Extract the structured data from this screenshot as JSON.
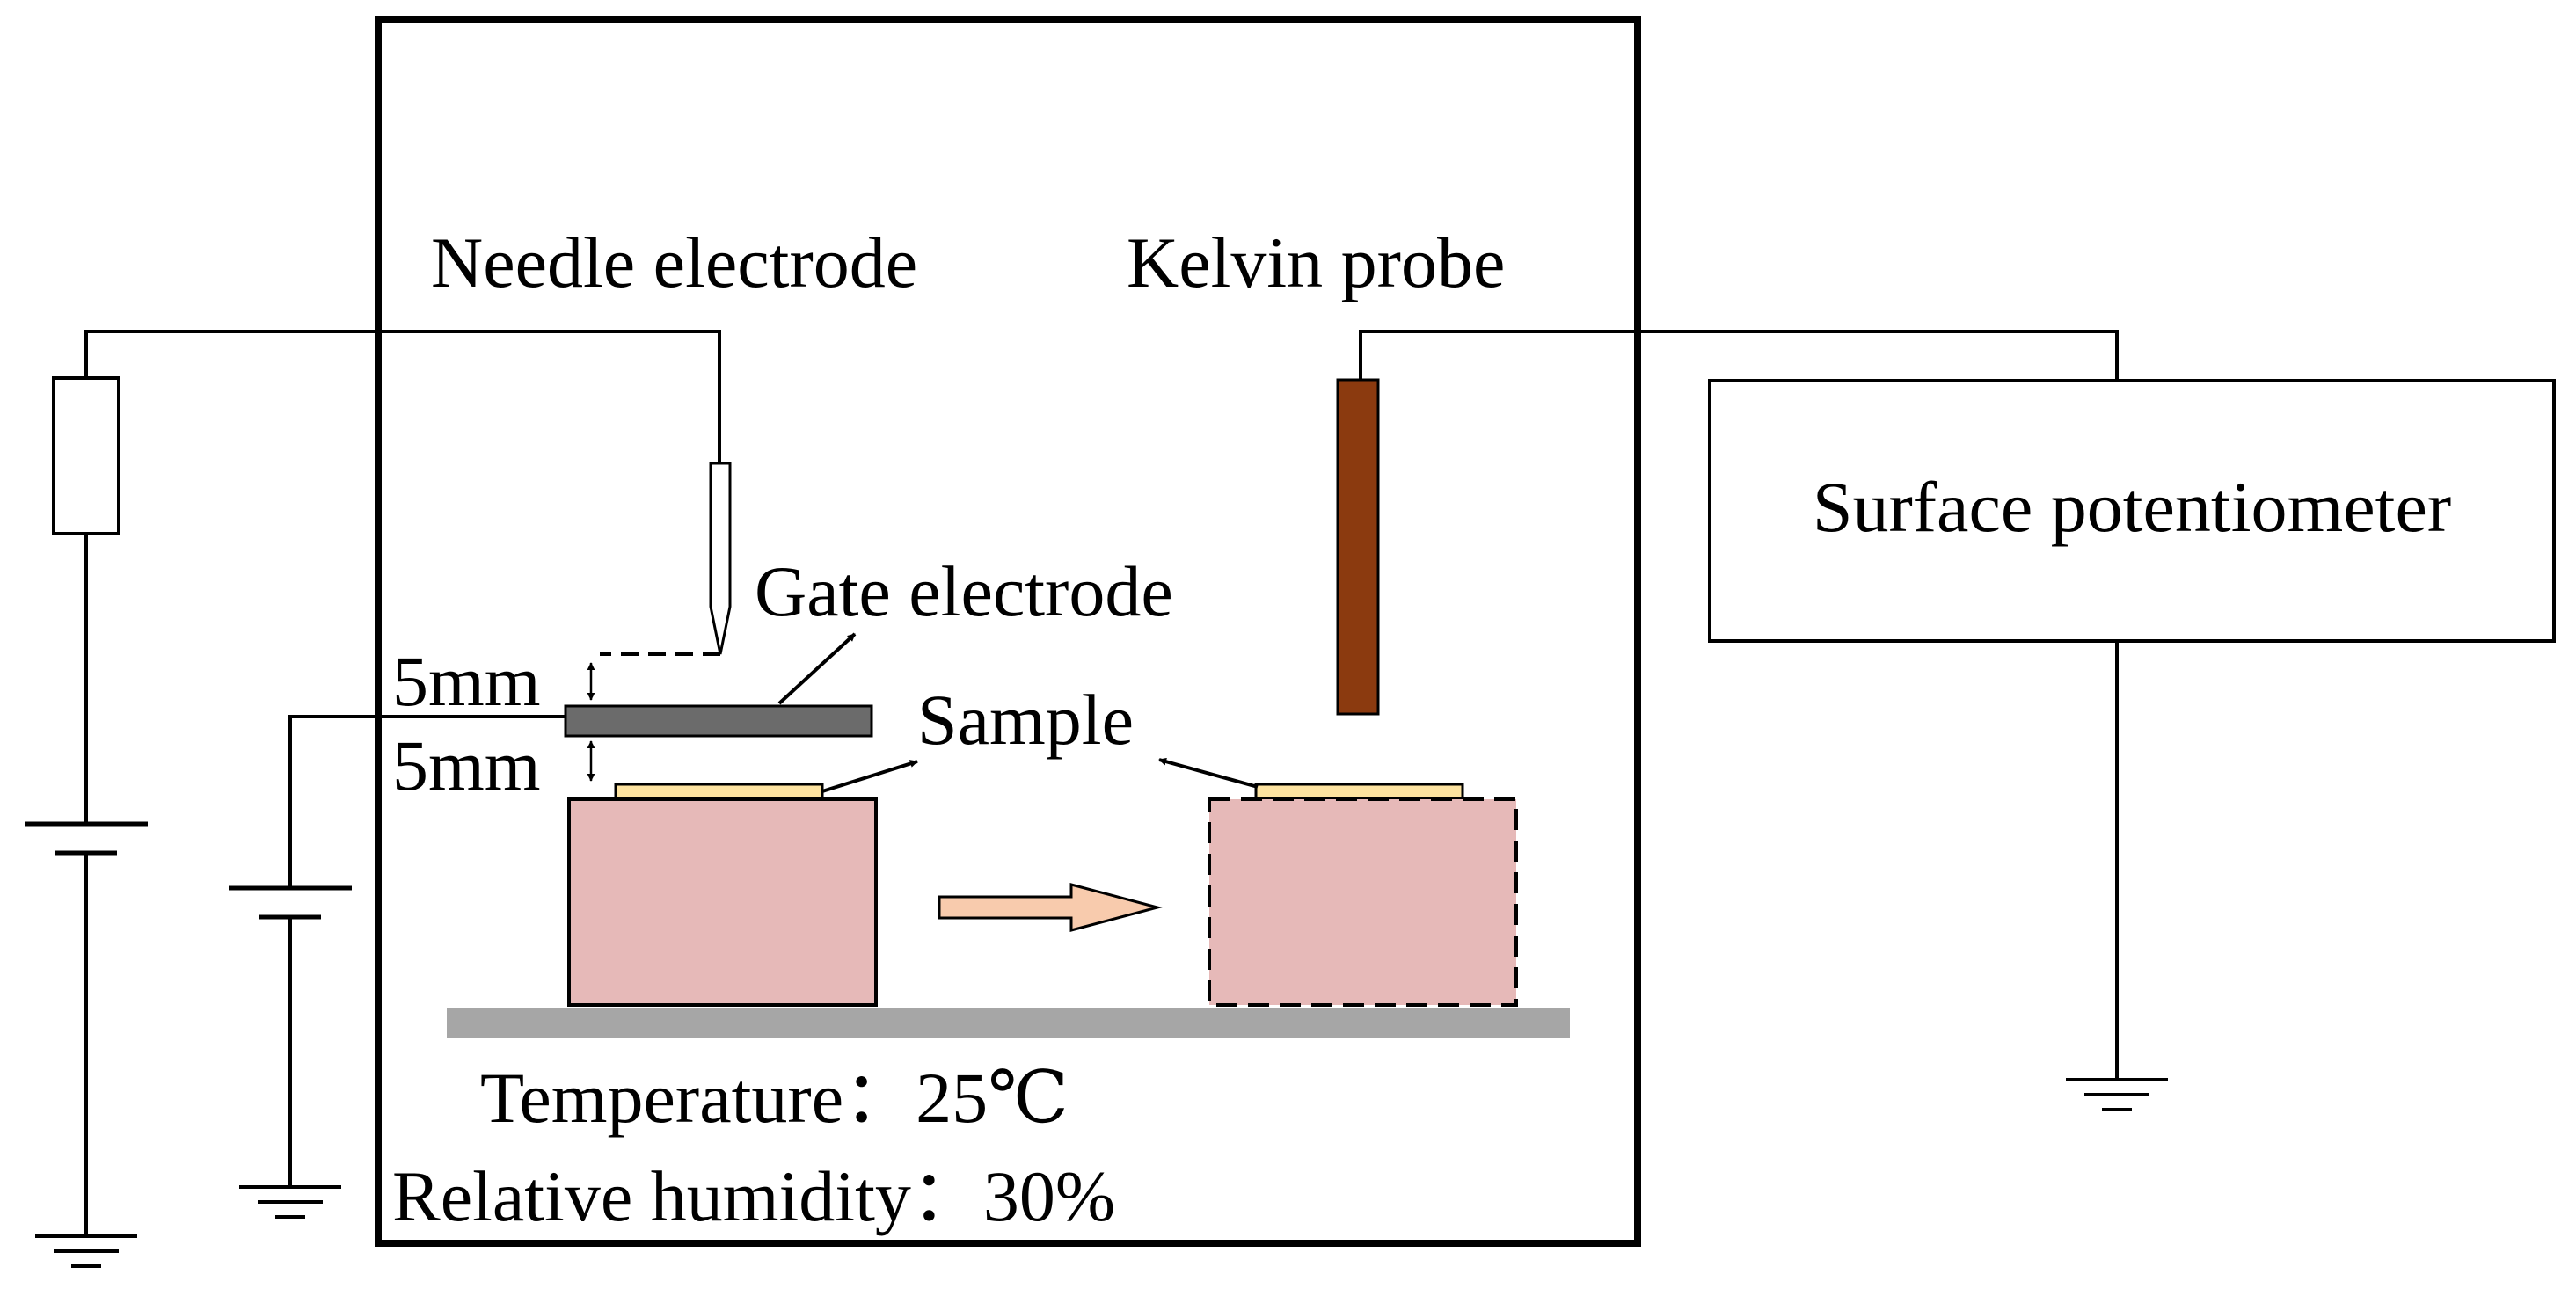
{
  "labels": {
    "needle_electrode": "Needle electrode",
    "kelvin_probe": "Kelvin probe",
    "gate_electrode": "Gate electrode",
    "sample": "Sample",
    "gap_top": "5mm",
    "gap_bottom": "5mm",
    "surface_potentiometer": "Surface potentiometer",
    "temperature": "Temperature：25℃",
    "relative_humidity": "Relative humidity：30%"
  },
  "colors": {
    "chamber_outline": "#000000",
    "gate_plate": "#6b6b6b",
    "sample": "#fde3a0",
    "stage": "#e6b9b8",
    "rail": "#a6a6a6",
    "kelvin_probe": "#8b3a0f",
    "move_arrow_fill": "#f8cbad"
  }
}
